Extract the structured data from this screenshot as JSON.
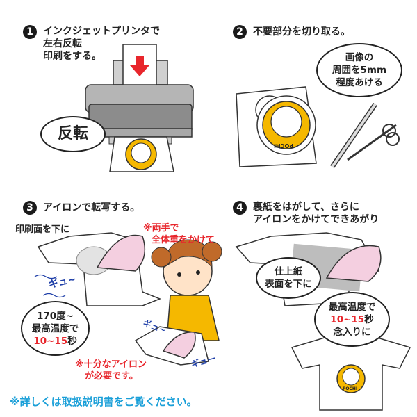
{
  "steps": [
    {
      "number": "1",
      "title_lines": [
        "インクジェットプリンタで",
        "左右反転",
        "印刷をする。"
      ],
      "bubble": "反転"
    },
    {
      "number": "2",
      "title_lines": [
        "不要部分を切り取る。"
      ],
      "bubble_lines": [
        "画像の",
        "周囲を5mm",
        "程度あける"
      ],
      "badge_text": "POCHI"
    },
    {
      "number": "3",
      "title_lines": [
        "アイロンで転写する。"
      ],
      "label_face_down": "印刷面を下に",
      "warning_weight": [
        "※両手で",
        "全体重をかけて"
      ],
      "bubble_lines": [
        "170度~",
        "最高温度で"
      ],
      "bubble_time": "10~15",
      "bubble_time_unit": "秒",
      "sfx": "ギュ~",
      "sfx2": "ギュー",
      "warning_iron": [
        "※十分なアイロン",
        "が必要です。"
      ]
    },
    {
      "number": "4",
      "title_lines": [
        "裏紙をはがして、さらに",
        "アイロンをかけてできあがり"
      ],
      "bubble1_lines": [
        "仕上紙",
        "表面を下に"
      ],
      "bubble2_lines": [
        "最高温度で"
      ],
      "bubble2_time": "10~15",
      "bubble2_time_unit": "秒",
      "bubble2_last": "念入りに",
      "badge_text": "POCHI"
    }
  ],
  "footer_note": "※詳しくは取扱説明書をご覧ください。",
  "colors": {
    "red": "#e8262c",
    "blue_note": "#1a9fd8",
    "sfx_blue": "#1f3fa8",
    "printer_gray": "#9a9a9a",
    "badge_yellow": "#f5b800",
    "iron_pink": "#f4cfe0"
  }
}
